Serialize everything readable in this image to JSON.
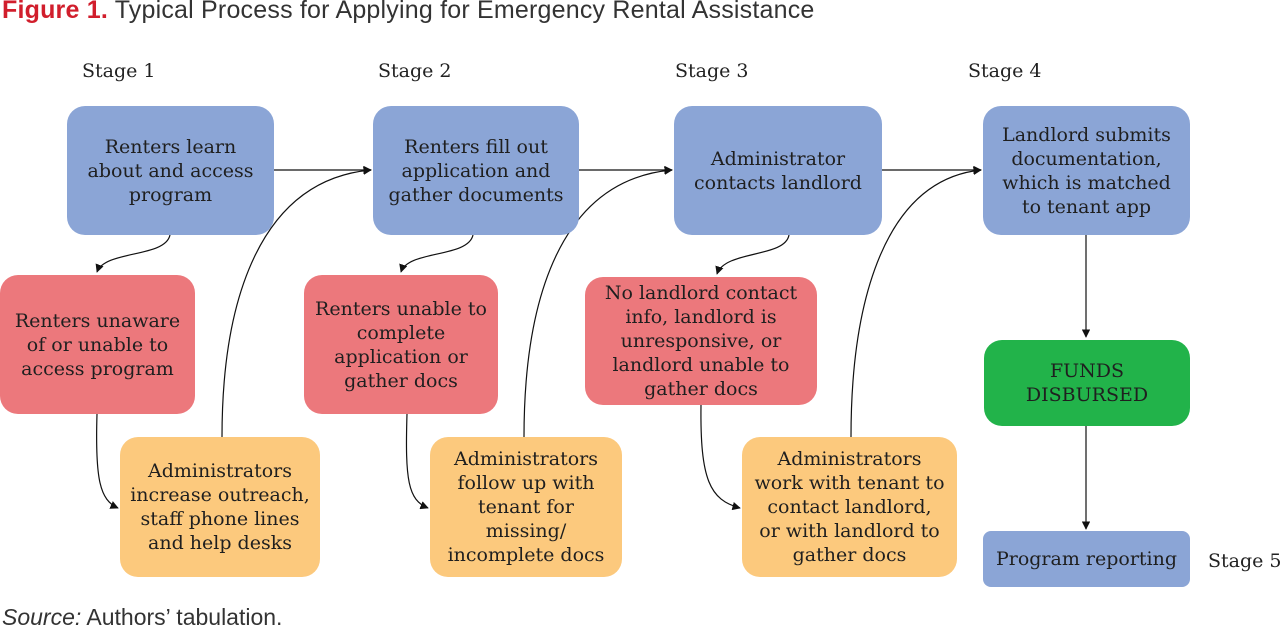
{
  "figure": {
    "label": "Figure 1.",
    "title": "Typical Process for Applying for Emergency Rental Assistance"
  },
  "stages": {
    "s1": "Stage 1",
    "s2": "Stage 2",
    "s3": "Stage 3",
    "s4": "Stage 4",
    "s5": "Stage 5"
  },
  "nodes": {
    "renters_learn": "Renters learn\nabout and access\nprogram",
    "renters_fill": "Renters fill out\napplication and\ngather documents",
    "admin_contacts": "Administrator\ncontacts landlord",
    "landlord_submits": "Landlord submits\ndocumentation,\nwhich is matched\nto tenant app",
    "renters_unaware": "Renters unaware\nof or unable to\naccess program",
    "renters_unable": "Renters unable to\ncomplete\napplication or\ngather docs",
    "no_landlord": "No landlord contact\ninfo, landlord is\nunresponsive, or\nlandlord unable to\ngather docs",
    "funds": "FUNDS\nDISBURSED",
    "admins_outreach": "Administrators\nincrease outreach,\nstaff phone lines\nand help desks",
    "admins_followup": "Administrators\nfollow up with\ntenant for\nmissing/\nincomplete docs",
    "admins_work": "Administrators\nwork with tenant to\ncontact landlord,\nor with landlord to\ngather docs",
    "program_reporting": "Program reporting"
  },
  "colors": {
    "stage_box": "#8ba5d6",
    "problem_box": "#ec787c",
    "solution_box": "#fcc97d",
    "funds_box": "#22b34a",
    "title_accent": "#d11e2c"
  },
  "source": {
    "label": "Source:",
    "text": " Authors’ tabulation."
  }
}
